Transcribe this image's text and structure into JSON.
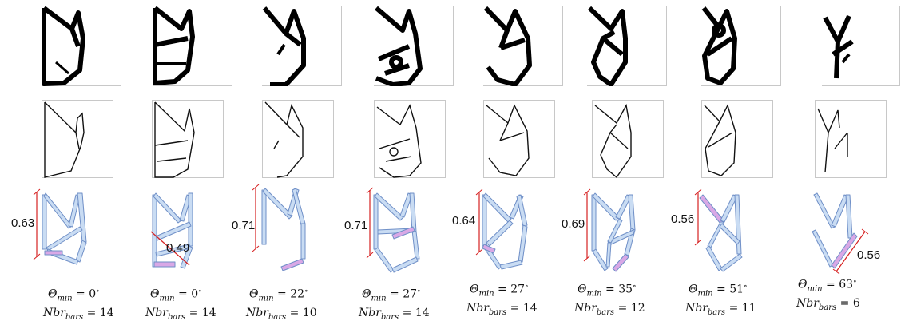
{
  "columns": [
    {
      "dim": "0.63",
      "theta": "Θ",
      "theta_sub": "min",
      "theta_val": " = 0",
      "deg": "∘",
      "nbr": "Nbr",
      "nbr_sub": "bars",
      "nbr_val": " = 14"
    },
    {
      "dim": "0.49",
      "theta": "Θ",
      "theta_sub": "min",
      "theta_val": " = 0",
      "deg": "∘",
      "nbr": "Nbr",
      "nbr_sub": "bars",
      "nbr_val": " = 14"
    },
    {
      "dim": "0.71",
      "theta": "Θ",
      "theta_sub": "min",
      "theta_val": " = 22",
      "deg": "∘",
      "nbr": "Nbr",
      "nbr_sub": "bars",
      "nbr_val": " = 10"
    },
    {
      "dim": "0.71",
      "theta": "Θ",
      "theta_sub": "min",
      "theta_val": " = 27",
      "deg": "∘",
      "nbr": "Nbr",
      "nbr_sub": "bars",
      "nbr_val": " = 14"
    },
    {
      "dim": "0.64",
      "theta": "Θ",
      "theta_sub": "min",
      "theta_val": " = 27",
      "deg": "∘",
      "nbr": "Nbr",
      "nbr_sub": "bars",
      "nbr_val": " = 14"
    },
    {
      "dim": "0.69",
      "theta": "Θ",
      "theta_sub": "min",
      "theta_val": " = 35",
      "deg": "∘",
      "nbr": "Nbr",
      "nbr_sub": "bars",
      "nbr_val": " = 12"
    },
    {
      "dim": "0.56",
      "theta": "Θ",
      "theta_sub": "min",
      "theta_val": " = 51",
      "deg": "∘",
      "nbr": "Nbr",
      "nbr_sub": "bars",
      "nbr_val": " = 11"
    },
    {
      "dim": "0.56",
      "theta": "Θ",
      "theta_sub": "min",
      "theta_val": " = 63",
      "deg": "∘",
      "nbr": "Nbr",
      "nbr_sub": "bars",
      "nbr_val": " = 6"
    }
  ],
  "colors": {
    "bar_fill": "#c9dcf3",
    "bar_stroke": "#6f8fc7",
    "short_bar_fill": "#d9a8e6",
    "dimension_line": "#d62020",
    "skeleton": "#111111",
    "frame": "#c8c8c8"
  }
}
